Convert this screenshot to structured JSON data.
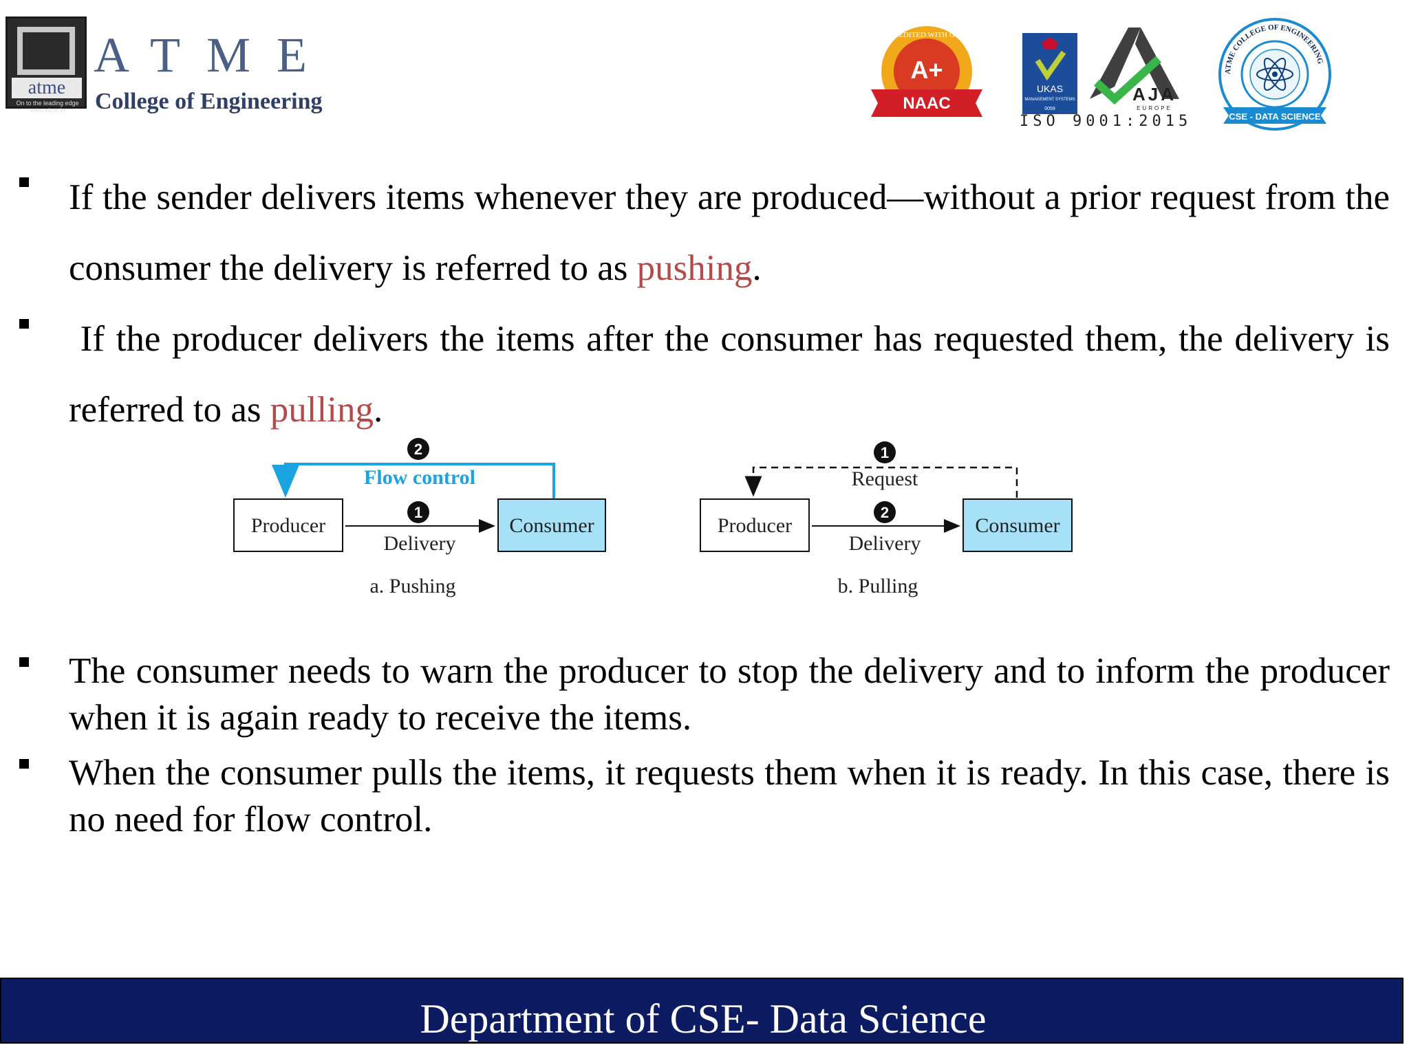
{
  "header": {
    "logo_wordmark": "atme",
    "logo_tagline": "On to the leading edge",
    "logo_url": "www.atme.in",
    "logo_letters": "ATME",
    "college_name": "College of Engineering",
    "naac_grade": "A+",
    "naac_label": "NAAC",
    "naac_ring": "ACCREDITED WITH GRADE",
    "ukas_label": "UKAS",
    "ukas_sub": "MANAGEMENT SYSTEMS",
    "ukas_num": "0059",
    "aja_label": "AJA",
    "aja_sub": "EUROPE",
    "iso_text": "ISO 9001:2015",
    "seal_ring": "ATME COLLEGE OF ENGINEERING",
    "seal_ribbon": "CSE - DATA SCIENCE"
  },
  "bullets": [
    {
      "before": "If the sender delivers items whenever they are produced—without a prior request from the consumer the delivery is referred to as ",
      "highlight": "pushing",
      "after": "."
    },
    {
      "before": " If the producer delivers the items after the consumer has requested them, the delivery is referred to as ",
      "highlight": "pulling",
      "after": "."
    },
    {
      "text": "The consumer needs to warn the producer to stop the delivery and to inform the producer when it is again ready to receive the items."
    },
    {
      "text": "When the consumer pulls the items, it requests them when it is ready. In this case, there is no need for flow control."
    }
  ],
  "diagram": {
    "push": {
      "producer": "Producer",
      "consumer": "Consumer",
      "step1": "1",
      "step1_label": "Delivery",
      "step2": "2",
      "step2_label": "Flow control",
      "caption": "a. Pushing"
    },
    "pull": {
      "producer": "Producer",
      "consumer": "Consumer",
      "step1": "1",
      "step1_label": "Request",
      "step2": "2",
      "step2_label": "Delivery",
      "caption": "b. Pulling"
    },
    "colors": {
      "consumer_fill": "#a6e1f7",
      "flow_control": "#1aa3e0",
      "highlight_text": "#b44a4a"
    }
  },
  "footer": {
    "text": "Department of CSE- Data Science"
  }
}
